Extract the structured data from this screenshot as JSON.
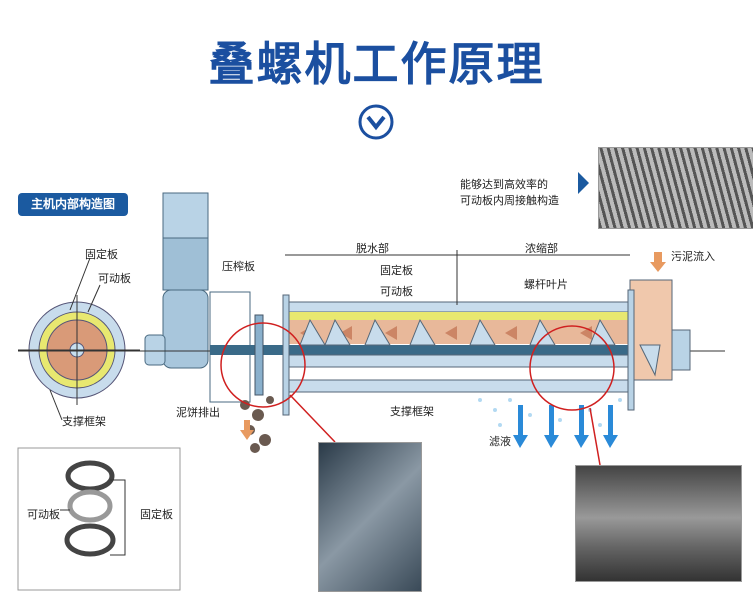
{
  "title": "叠螺机工作原理",
  "badge": "主机内部构造图",
  "end_view": {
    "fixed_plate": "固定板",
    "movable_plate": "可动板",
    "support_frame": "支撑框架"
  },
  "labels": {
    "press_plate": "压榨板",
    "cake_discharge": "泥饼排出",
    "dewatering_section": "脱水部",
    "thickening_section": "浓缩部",
    "fixed_plate": "固定板",
    "movable_plate": "可动板",
    "screw_blade": "螺杆叶片",
    "support_frame": "支撑框架",
    "sludge_inflow": "污泥流入",
    "filtrate": "滤液"
  },
  "callout": {
    "line1": "能够达到高效率的",
    "line2": "可动板内周接触构造"
  },
  "rings_box": {
    "movable_plate": "可动板",
    "fixed_plate": "固定板"
  },
  "colors": {
    "title": "#1b4fa0",
    "badge": "#1b5aa0",
    "sludge": "#e8b89a",
    "frame": "#c8dcec",
    "plate": "#e8e870",
    "callout_circle": "#d02020"
  }
}
